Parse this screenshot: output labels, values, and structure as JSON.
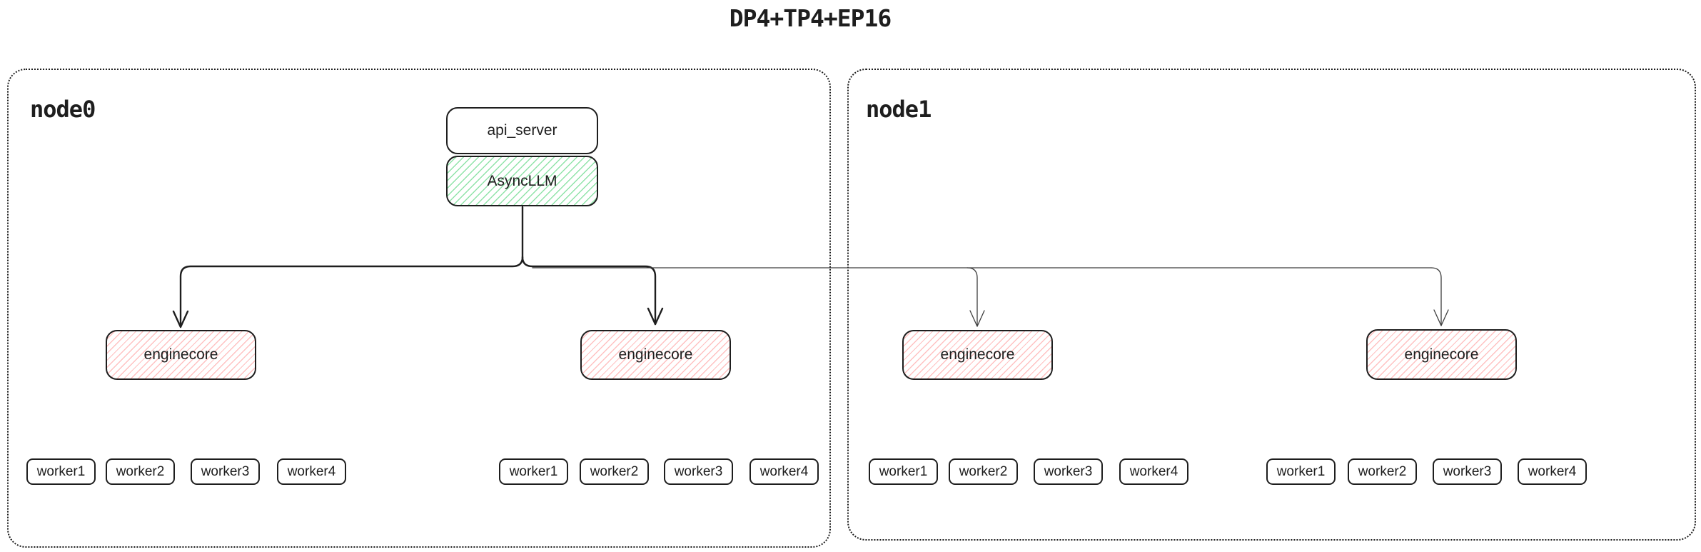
{
  "title": "DP4+TP4+EP16",
  "node0": {
    "label": "node0",
    "api_server_label": "api_server",
    "asyncllm_label": "AsyncLLM",
    "enginecores": [
      "enginecore",
      "enginecore"
    ],
    "worker_groups": [
      [
        "worker1",
        "worker2",
        "worker3",
        "worker4"
      ],
      [
        "worker1",
        "worker2",
        "worker3",
        "worker4"
      ]
    ]
  },
  "node1": {
    "label": "node1",
    "enginecores": [
      "enginecore",
      "enginecore"
    ],
    "worker_groups": [
      [
        "worker1",
        "worker2",
        "worker3",
        "worker4"
      ],
      [
        "worker1",
        "worker2",
        "worker3",
        "worker4"
      ]
    ]
  },
  "colors": {
    "ink": "#1e1e1e",
    "green_hatch": "#8fe3a8",
    "red_hatch": "#ffc1c1"
  }
}
